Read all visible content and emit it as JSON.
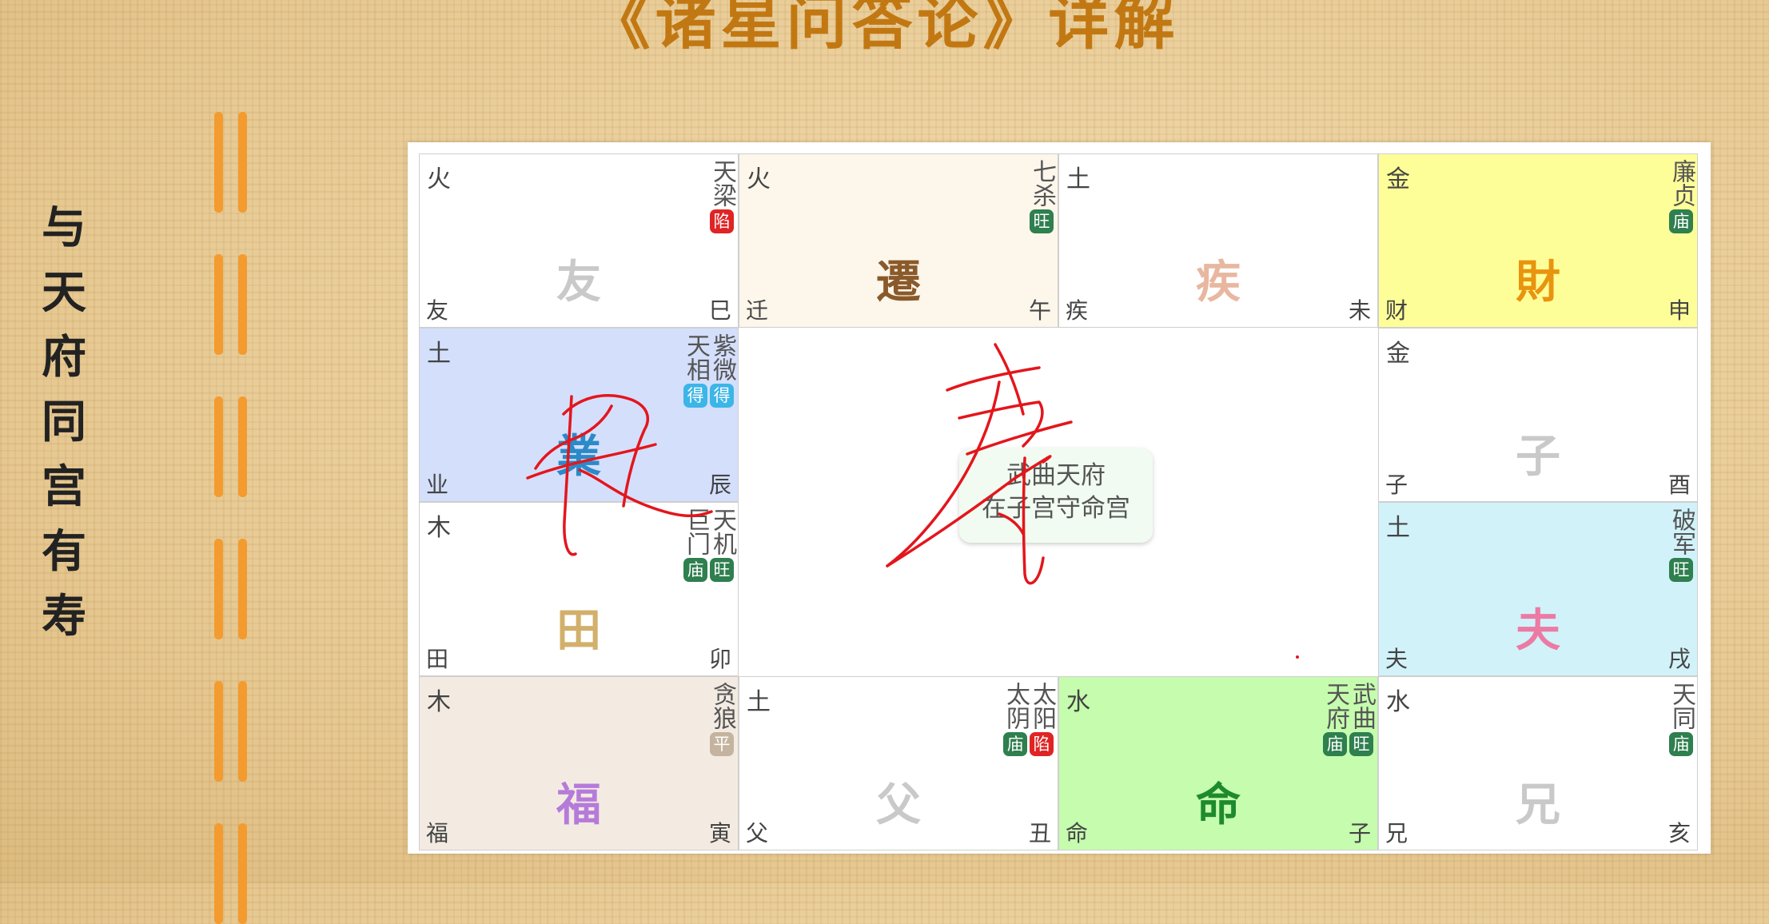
{
  "header": {
    "title": "《诸星问答论》详解"
  },
  "side_title": [
    "与",
    "天",
    "府",
    "同",
    "宫",
    "有",
    "寿"
  ],
  "note": {
    "line1": "武曲天府",
    "line2": "在子宫守命宫"
  },
  "handwriting": "有寿",
  "colors": {
    "accent_orange": "#f39b2e",
    "title": "#c27812",
    "ink_red": "#e3161c"
  },
  "palaces": [
    {
      "element": "火",
      "name": "友",
      "short": "友",
      "branch": "巳",
      "bg": "#ffffff",
      "fg": "#c9c9c9",
      "stars": [
        {
          "name": "天梁",
          "badge": "陷",
          "badge_color": "#e02424"
        }
      ]
    },
    {
      "element": "火",
      "name": "遷",
      "short": "迁",
      "branch": "午",
      "bg": "#fcf6eb",
      "fg": "#8a5a2a",
      "stars": [
        {
          "name": "七杀",
          "badge": "旺",
          "badge_color": "#2f7f4f"
        }
      ]
    },
    {
      "element": "土",
      "name": "疾",
      "short": "疾",
      "branch": "未",
      "bg": "#ffffff",
      "fg": "#e8b7a0",
      "stars": []
    },
    {
      "element": "金",
      "name": "財",
      "short": "财",
      "branch": "申",
      "bg": "#fefe99",
      "fg": "#e8940f",
      "stars": [
        {
          "name": "廉贞",
          "badge": "庙",
          "badge_color": "#2f7f4f"
        }
      ]
    },
    {
      "element": "土",
      "name": "業",
      "short": "业",
      "branch": "辰",
      "bg": "#d4dffc",
      "fg": "#2b8ac8",
      "stars": [
        {
          "name": "紫微",
          "badge": "得",
          "badge_color": "#3cb5e8"
        },
        {
          "name": "天相",
          "badge": "得",
          "badge_color": "#3cb5e8"
        }
      ]
    },
    {
      "element": "金",
      "name": "子",
      "short": "子",
      "branch": "酉",
      "bg": "#ffffff",
      "fg": "#c9c9c9",
      "stars": []
    },
    {
      "element": "木",
      "name": "田",
      "short": "田",
      "branch": "卯",
      "bg": "#ffffff",
      "fg": "#d2b06c",
      "stars": [
        {
          "name": "天机",
          "badge": "旺",
          "badge_color": "#2f7f4f"
        },
        {
          "name": "巨门",
          "badge": "庙",
          "badge_color": "#2f7f4f"
        }
      ]
    },
    {
      "element": "土",
      "name": "夫",
      "short": "夫",
      "branch": "戌",
      "bg": "#d2f2fa",
      "fg": "#ec7ba4",
      "stars": [
        {
          "name": "破军",
          "badge": "旺",
          "badge_color": "#2f7f4f"
        }
      ]
    },
    {
      "element": "木",
      "name": "福",
      "short": "福",
      "branch": "寅",
      "bg": "#f3ebe2",
      "fg": "#b57bd9",
      "stars": [
        {
          "name": "贪狼",
          "badge": "平",
          "badge_color": "#c4b39e"
        }
      ]
    },
    {
      "element": "土",
      "name": "父",
      "short": "父",
      "branch": "丑",
      "bg": "#ffffff",
      "fg": "#c9c9c9",
      "stars": [
        {
          "name": "太阳",
          "badge": "陷",
          "badge_color": "#e02424"
        },
        {
          "name": "太阴",
          "badge": "庙",
          "badge_color": "#2f7f4f"
        }
      ]
    },
    {
      "element": "水",
      "name": "命",
      "short": "命",
      "branch": "子",
      "bg": "#c5fcae",
      "fg": "#1e8a2e",
      "stars": [
        {
          "name": "武曲",
          "badge": "旺",
          "badge_color": "#2f7f4f"
        },
        {
          "name": "天府",
          "badge": "庙",
          "badge_color": "#2f7f4f"
        }
      ]
    },
    {
      "element": "水",
      "name": "兄",
      "short": "兄",
      "branch": "亥",
      "bg": "#ffffff",
      "fg": "#c9c9c9",
      "stars": [
        {
          "name": "天同",
          "badge": "庙",
          "badge_color": "#2f7f4f"
        }
      ]
    }
  ]
}
